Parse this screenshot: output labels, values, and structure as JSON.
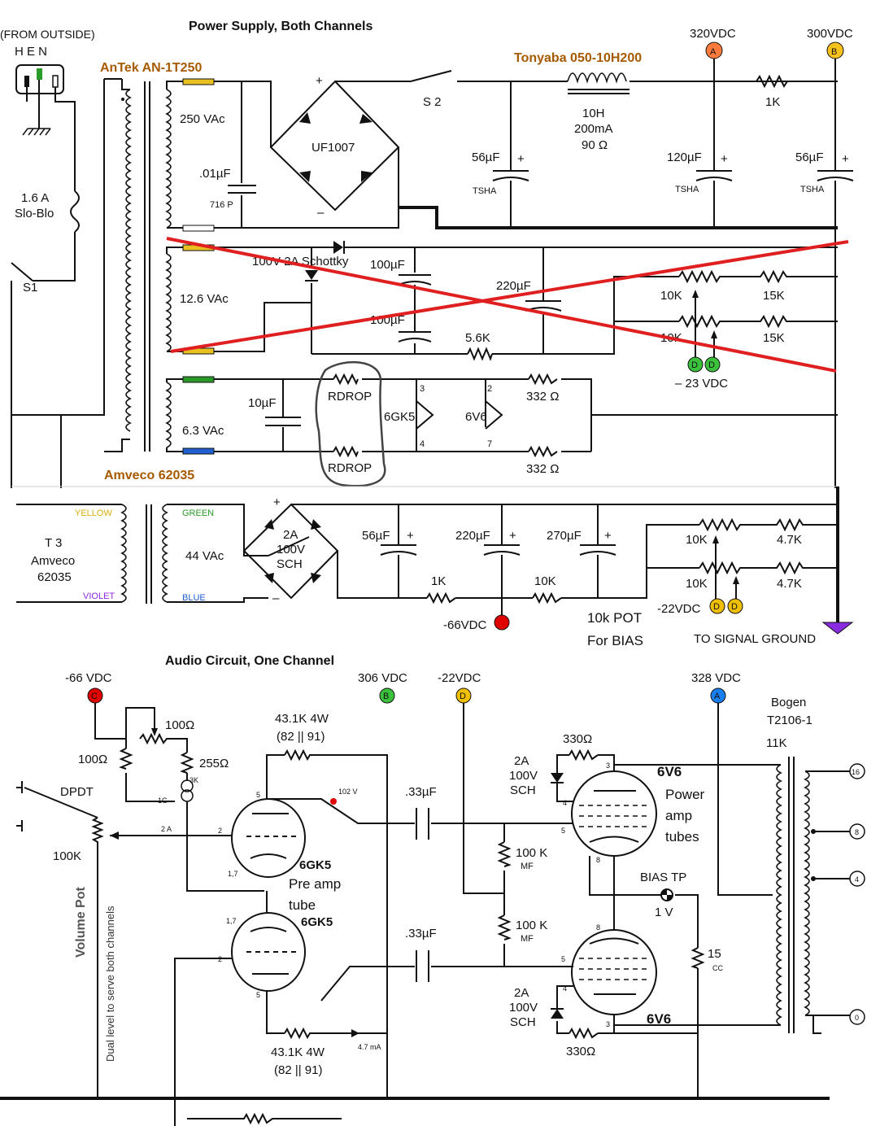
{
  "titles": {
    "power_supply": "Power Supply, Both Channels",
    "audio_circuit": "Audio Circuit, One Channel"
  },
  "mains": {
    "from_outside": "(FROM OUTSIDE)",
    "hen": "H  E  N",
    "fuse_value": "1.6 A",
    "fuse_type": "Slo-Blo",
    "switch1": "S1"
  },
  "transformer1": {
    "name": "AnTek AN-1T250",
    "sec1": "250 VAc",
    "sec2": "12.6 VAc",
    "sec3": "6.3 VAc"
  },
  "hv_supply": {
    "cap_small": ".01µF",
    "cap_small_type": "716 P",
    "bridge": "UF1007",
    "plus": "+",
    "minus": "–",
    "switch2": "S 2",
    "choke_name": "Tonyaba 050-10H200",
    "choke_l": "10H",
    "choke_i": "200mA",
    "choke_r": "90 Ω",
    "cap1": "56µF",
    "cap2": "120µF",
    "cap3": "56µF",
    "cap_type": "TSHA",
    "resistor": "1K",
    "node_a_voltage": "320VDC",
    "node_b_voltage": "300VDC"
  },
  "bias_old": {
    "diode": "100V 2A Schottky",
    "cap1": "100µF",
    "cap2": "100µF",
    "cap3": "220µF",
    "res_mid": "5.6K",
    "pot1": "10K",
    "pot2": "10K",
    "res1": "15K",
    "res2": "15K",
    "voltage": "– 23 VDC"
  },
  "heater": {
    "cap": "10µF",
    "rdrop1": "RDROP",
    "rdrop2": "RDROP",
    "tube1": "6GK5",
    "tube2": "6V6",
    "pin3": "3",
    "pin4": "4",
    "pin2": "2",
    "pin7": "7",
    "res1": "332 Ω",
    "res2": "332 Ω"
  },
  "transformer2": {
    "name": "Amveco 62035",
    "t3": "T 3",
    "t3_brand": "Amveco",
    "t3_part": "62035",
    "yellow": "YELLOW",
    "violet": "VIOLET",
    "green": "GREEN",
    "blue": "BLUE",
    "sec": "44 VAc"
  },
  "bias_new": {
    "bridge_a": "2A",
    "bridge_v": "100V",
    "bridge_t": "SCH",
    "cap1": "56µF",
    "cap2": "220µF",
    "cap3": "270µF",
    "res1": "1K",
    "res2": "10K",
    "pot1": "10K",
    "pot2": "10K",
    "res3": "4.7K",
    "res4": "4.7K",
    "voltage_c": "-66VDC",
    "voltage_d": "-22VDC",
    "pot_note1": "10k POT",
    "pot_note2": "For BIAS",
    "ground": "TO SIGNAL GROUND"
  },
  "audio": {
    "v66": "-66 VDC",
    "v306": "306 VDC",
    "v22": "-22VDC",
    "v328": "328 VDC",
    "r100a": "100Ω",
    "r100b": "100Ω",
    "r255": "255Ω",
    "r3k": "3K",
    "led_1g": "1G",
    "led_2a": "2 A",
    "dpdt": "DPDT",
    "vol": "100K",
    "volume_pot": "Volume Pot",
    "dual_level": "Dual level to serve both channels",
    "r43a": "43.1K 4W",
    "r43a_par": "(82 || 91)",
    "r43b": "43.1K 4W",
    "r43b_par": "(82 || 91)",
    "v102": "102 V",
    "ma47": "4.7 mA",
    "cap1": ".33µF",
    "cap2": ".33µF",
    "r100k1": "100 K",
    "mf1": "MF",
    "r100k2": "100 K",
    "mf2": "MF",
    "pre_tube": "6GK5",
    "pre_label1": "Pre amp",
    "pre_label2": "tube",
    "pre_tube2": "6GK5",
    "r330a": "330Ω",
    "r330b": "330Ω",
    "d1a": "2A",
    "d1v": "100V",
    "d1t": "SCH",
    "d2a": "2A",
    "d2v": "100V",
    "d2t": "SCH",
    "pwr_tube1": "6V6",
    "pwr_label1": "Power",
    "pwr_label2": "amp",
    "pwr_label3": "tubes",
    "pwr_tube2": "6V6",
    "bias_tp": "BIAS TP",
    "bias_1v": "1 V",
    "r15": "15",
    "r15cc": "CC",
    "ot_name": "Bogen",
    "ot_part": "T2106-1",
    "ot_imp": "11K",
    "tap16": "16",
    "tap8": "8",
    "tap4": "4",
    "tap0": "0",
    "pin5": "5",
    "pin2": "2",
    "pin17": "1,7",
    "pin3": "3",
    "pin4": "4",
    "pin8": "8"
  },
  "nodes": {
    "a": "A",
    "b": "B",
    "c": "C",
    "d": "D"
  },
  "colors": {
    "node_a": "#ff7a3d",
    "node_b": "#f7c21c",
    "node_b_green": "#3cc13c",
    "node_c": "#e00000",
    "node_d": "#f0c000",
    "node_a_blue": "#1a7ff0",
    "cross": "#e02020",
    "brand": "#a65a00",
    "wire_green": "#2a9a2a",
    "wire_blue": "#1f5fd0",
    "wire_yellow": "#e8c020",
    "ground": "#8a2be2"
  }
}
